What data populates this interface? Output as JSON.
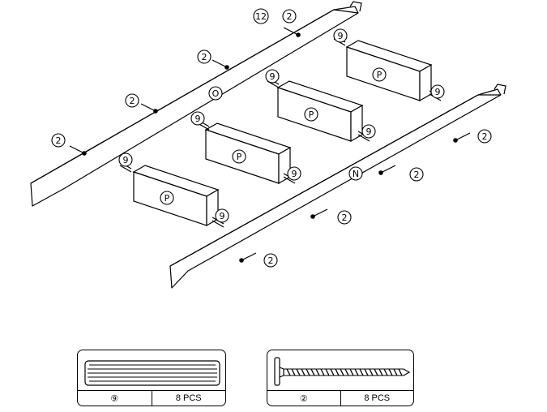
{
  "parts": {
    "O": "O",
    "N": "N",
    "P": "P",
    "dowel": "9",
    "screw": "2",
    "twelve": "12"
  },
  "legend": {
    "dowel": {
      "symbol": "⑨",
      "quantity": "8 PCS",
      "icon": "wooden-dowel"
    },
    "screw": {
      "symbol": "②",
      "quantity": "8 PCS",
      "icon": "screw"
    }
  },
  "colors": {
    "line": "#000000",
    "background": "#ffffff"
  }
}
